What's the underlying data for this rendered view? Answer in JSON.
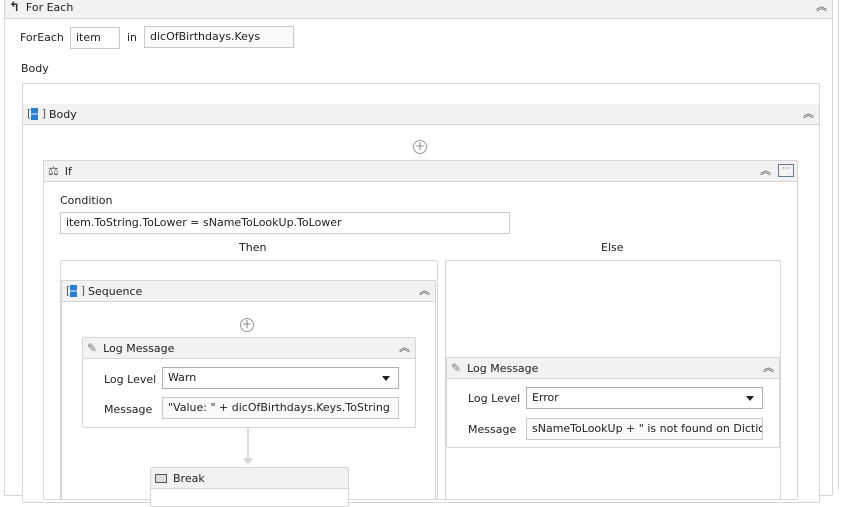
{
  "foreach": {
    "title": "For Each",
    "label": "ForEach",
    "item_value": "item",
    "in_label": "in",
    "collection_value": "dicOfBirthdays.Keys",
    "body_label": "Body"
  },
  "body_sequence": {
    "title": "Body"
  },
  "if_activity": {
    "title": "If",
    "condition_label": "Condition",
    "condition_value": "item.ToString.ToLower = sNameToLookUp.ToLower",
    "then_label": "Then",
    "else_label": "Else"
  },
  "then_sequence": {
    "title": "Sequence"
  },
  "then_log": {
    "title": "Log Message",
    "level_label": "Log Level",
    "level_value": "Warn",
    "message_label": "Message",
    "message_value": "\"Value: \" + dicOfBirthdays.Keys.ToString"
  },
  "break_activity": {
    "title": "Break"
  },
  "else_log": {
    "title": "Log Message",
    "level_label": "Log Level",
    "level_value": "Error",
    "message_label": "Message",
    "message_value": "sNameToLookUp + \" is not found on Dictionary\""
  },
  "icons": {
    "collapse": "⌃⌃",
    "expand_plus": "+"
  }
}
